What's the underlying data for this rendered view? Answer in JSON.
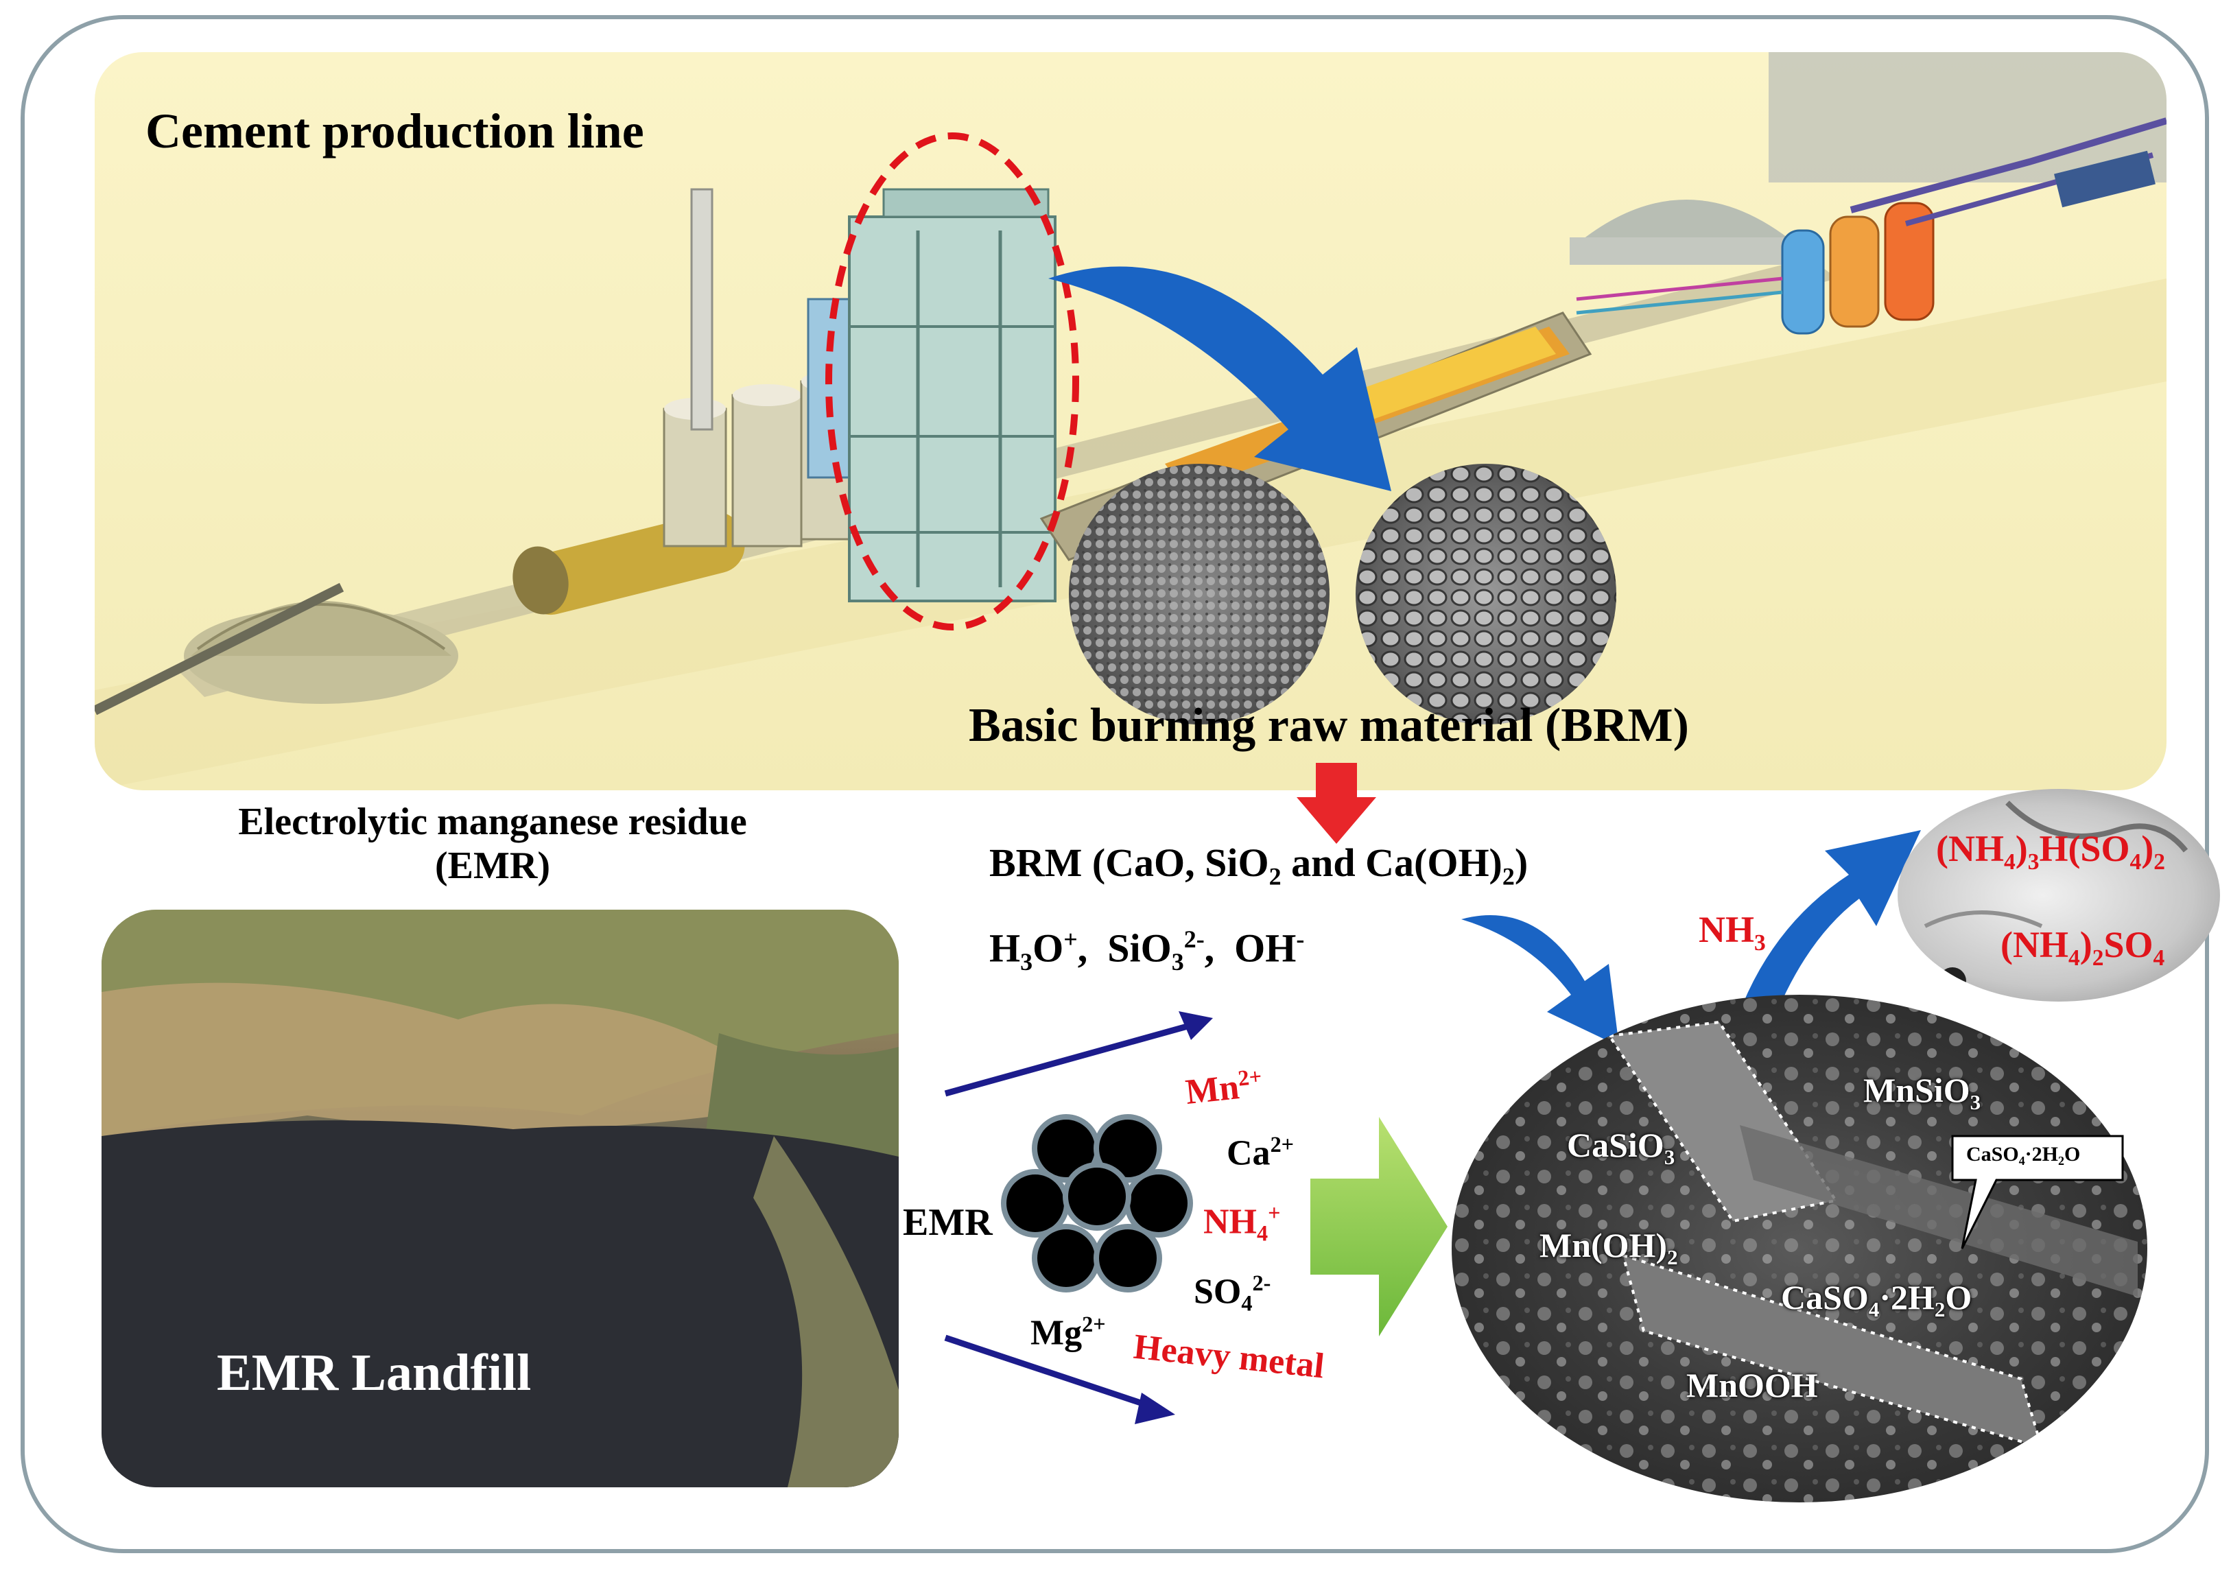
{
  "cement_title": "Cement production line",
  "brm_title": "Basic burning raw material (BRM)",
  "emr_title_line1": "Electrolytic manganese residue",
  "emr_title_line2": "(EMR)",
  "brm_formula": {
    "prefix": "BRM (CaO, SiO",
    "sub1": "2",
    "mid": " and Ca(OH)",
    "sub2": "2",
    "suffix": ")"
  },
  "ions": {
    "h3o": "H",
    "h3o_sub": "3",
    "h3o_rest": "O",
    "h3o_sup": "+",
    "sep1": ",  ",
    "sio": "SiO",
    "sio_sub": "3",
    "sio_sup": "2-",
    "sep2": ",  ",
    "oh": "OH",
    "oh_sup": "-"
  },
  "nh3": {
    "base": "NH",
    "sub": "3"
  },
  "ammonium_salts": {
    "salt1": {
      "a": "(NH",
      "a_sub": "4",
      "b": ")",
      "b_sub": "3",
      "c": "H(SO",
      "c_sub": "4",
      "d": ")",
      "d_sub": "2"
    },
    "salt2": {
      "a": "(NH",
      "a_sub": "4",
      "b": ")",
      "b_sub": "2",
      "c": "SO",
      "c_sub": "4"
    }
  },
  "landfill_label": "EMR Landfill",
  "emr_particles": {
    "label": "EMR",
    "mn": {
      "base": "Mn",
      "sup": "2+"
    },
    "ca": {
      "base": "Ca",
      "sup": "2+"
    },
    "nh4": {
      "base": "NH",
      "sub": "4",
      "sup": "+"
    },
    "so4": {
      "base": "SO",
      "sub": "4",
      "sup": "2-"
    },
    "mg": {
      "base": "Mg",
      "sup": "2+"
    },
    "heavy": "Heavy metal"
  },
  "sem_labels": {
    "mnsio3": {
      "base": "MnSiO",
      "sub": "3"
    },
    "casio3": {
      "base": "CaSiO",
      "sub": "3"
    },
    "callout": "CaSO₄·2H₂O",
    "mnoh2": {
      "base": "Mn(OH)",
      "sub": "2"
    },
    "caso4": {
      "a": "CaSO",
      "a_sub": "4",
      "b": "·2H",
      "b_sub": "2",
      "c": "O"
    },
    "mnooh": "MnOOH"
  },
  "colors": {
    "red": "#e0141b",
    "blue_arrow": "#1a64c4",
    "navy_arrow": "#1c1c8c",
    "green_arrow": "#8ccc3c",
    "red_arrow": "#e8262a"
  }
}
